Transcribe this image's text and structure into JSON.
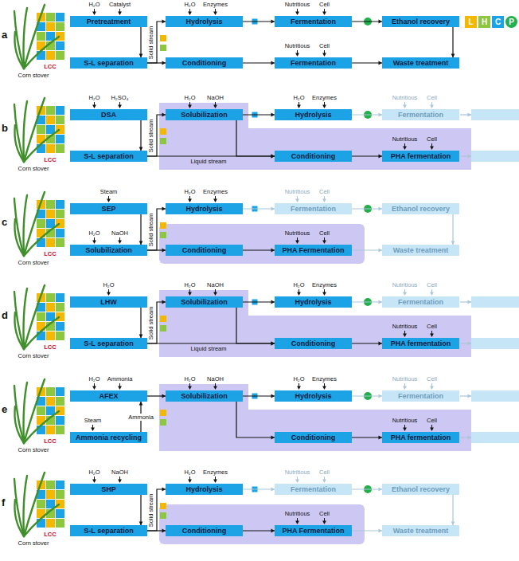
{
  "diagram": {
    "nodes": [
      {
        "text": [
          "Pretreatment"
        ]
      },
      {
        "text": [
          "Hydrolysis"
        ]
      },
      {
        "text": [
          "Fermentation"
        ]
      },
      {
        "text": [
          "Ethanol recovery"
        ]
      },
      {
        "text": [
          "S-L separation"
        ]
      },
      {
        "text": [
          "Conditioning"
        ]
      },
      {
        "text": [
          "Fermentation"
        ]
      },
      {
        "text": [
          "Waste treatment"
        ]
      },
      {
        "text": [
          "DSA"
        ]
      },
      {
        "text": [
          "Solubilization"
        ]
      },
      {
        "text": [
          "Hydrolysis"
        ]
      },
      {
        "text": [
          "Fermentation"
        ]
      },
      {
        "text": [
          "S-L separation"
        ]
      },
      {
        "text": [
          "Conditioning"
        ]
      },
      {
        "text": [
          "PHA fermentation"
        ]
      },
      {
        "text": [
          "SEP"
        ]
      },
      {
        "text": [
          "Hydrolysis"
        ]
      },
      {
        "text": [
          "Fermentation"
        ]
      },
      {
        "text": [
          "Ethanol recovery"
        ]
      },
      {
        "text": [
          "Solubilization"
        ]
      },
      {
        "text": [
          "Conditioning"
        ]
      },
      {
        "text": [
          "PHA Fermentation"
        ]
      },
      {
        "text": [
          "Waste treatment"
        ]
      },
      {
        "text": [
          "LHW"
        ]
      },
      {
        "text": [
          "Solubilization"
        ]
      },
      {
        "text": [
          "Hydrolysis"
        ]
      },
      {
        "text": [
          "Fermentation"
        ]
      },
      {
        "text": [
          "S-L separation"
        ]
      },
      {
        "text": [
          "Conditioning"
        ]
      },
      {
        "text": [
          "PHA fermentation"
        ]
      },
      {
        "text": [
          "AFEX"
        ]
      },
      {
        "text": [
          "Solubilization"
        ]
      },
      {
        "text": [
          "Hydrolysis"
        ]
      },
      {
        "text": [
          "Fermentation"
        ]
      },
      {
        "text": [
          "Ammonia recycling"
        ]
      },
      {
        "text": [
          "Conditioning"
        ]
      },
      {
        "text": [
          "PHA fermentation"
        ]
      },
      {
        "text": [
          "SHP"
        ]
      },
      {
        "text": [
          "Hydrolysis"
        ]
      },
      {
        "text": [
          "Fermentation"
        ]
      },
      {
        "text": [
          "Ethanol recovery"
        ]
      },
      {
        "text": [
          "S-L separation"
        ]
      },
      {
        "text": [
          "Conditioning"
        ]
      },
      {
        "text": [
          "PHA Fermentation"
        ]
      },
      {
        "text": [
          "Waste treatment"
        ]
      }
    ],
    "edges": [
      {
        "from": 0,
        "to": 4,
        "arrow": "to"
      },
      {
        "from": 4,
        "to": 1,
        "arrow": "to"
      },
      {
        "from": 4,
        "to": 5,
        "arrow": "to"
      },
      {
        "from": 1,
        "to": 2,
        "arrow": "to"
      },
      {
        "from": 5,
        "to": 6,
        "arrow": "to"
      },
      {
        "from": 2,
        "to": 3,
        "arrow": "to"
      },
      {
        "from": 3,
        "to": 7,
        "arrow": "to"
      },
      {
        "from": 6,
        "to": 7,
        "arrow": "to"
      },
      {
        "from": 8,
        "to": 12,
        "arrow": "to"
      },
      {
        "from": 12,
        "to": 9,
        "arrow": "to"
      },
      {
        "from": 12,
        "to": 13,
        "arrow": "to"
      },
      {
        "from": 9,
        "to": 10,
        "arrow": "to"
      },
      {
        "from": 9,
        "to": 13,
        "arrow": "to"
      },
      {
        "from": 10,
        "to": 11,
        "arrow": "to"
      },
      {
        "from": 13,
        "to": 14,
        "arrow": "to"
      },
      {
        "from": 15,
        "to": 19,
        "arrow": "to"
      },
      {
        "from": 19,
        "to": 16,
        "arrow": "to"
      },
      {
        "from": 19,
        "to": 20,
        "arrow": "to"
      },
      {
        "from": 16,
        "to": 17,
        "arrow": "to"
      },
      {
        "from": 20,
        "to": 21,
        "arrow": "to"
      },
      {
        "from": 17,
        "to": 18,
        "arrow": "to"
      },
      {
        "from": 18,
        "to": 22,
        "arrow": "to"
      },
      {
        "from": 21,
        "to": 22,
        "arrow": "to"
      },
      {
        "from": 23,
        "to": 27,
        "arrow": "to"
      },
      {
        "from": 27,
        "to": 24,
        "arrow": "to"
      },
      {
        "from": 27,
        "to": 28,
        "arrow": "to"
      },
      {
        "from": 24,
        "to": 25,
        "arrow": "to"
      },
      {
        "from": 24,
        "to": 28,
        "arrow": "to"
      },
      {
        "from": 25,
        "to": 26,
        "arrow": "to"
      },
      {
        "from": 28,
        "to": 29,
        "arrow": "to"
      },
      {
        "from": 30,
        "to": 31,
        "arrow": "to"
      },
      {
        "from": 34,
        "to": 30,
        "label": "Ammonia",
        "arrow": "to"
      },
      {
        "from": 31,
        "to": 32,
        "arrow": "to"
      },
      {
        "from": 31,
        "to": 35,
        "arrow": "to"
      },
      {
        "from": 32,
        "to": 33,
        "arrow": "to"
      },
      {
        "from": 35,
        "to": 36,
        "arrow": "to"
      },
      {
        "from": 37,
        "to": 41,
        "arrow": "to"
      },
      {
        "from": 41,
        "to": 38,
        "arrow": "to"
      },
      {
        "from": 41,
        "to": 42,
        "arrow": "to"
      },
      {
        "from": 38,
        "to": 39,
        "arrow": "to"
      },
      {
        "from": 42,
        "to": 43,
        "arrow": "to"
      },
      {
        "from": 39,
        "to": 40,
        "arrow": "to"
      },
      {
        "from": 40,
        "to": 44,
        "arrow": "to"
      },
      {
        "from": 43,
        "to": 44,
        "arrow": "to"
      }
    ],
    "labels": [
      "a",
      "LCC",
      "Corn stover",
      "H₂O",
      "Catalyst",
      "H₂O",
      "Enzymes",
      "Nutritious",
      "Cell",
      "Nutritious",
      "Cell",
      "Solid stream",
      "b",
      "LCC",
      "Corn stover",
      "H₂O",
      "H₂SO₄",
      "H₂O",
      "NaOH",
      "H₂O",
      "Enzymes",
      "Nutritious",
      "Cell",
      "Nutritious",
      "Cell",
      "Solid stream",
      "Liquid stream",
      "c",
      "LCC",
      "Corn stover",
      "Steam",
      "H₂O",
      "Enzymes",
      "Nutritious",
      "Cell",
      "H₂O",
      "NaOH",
      "Nutritious",
      "Cell",
      "Solid stream",
      "d",
      "LCC",
      "Corn stover",
      "H₂O",
      "H₂O",
      "NaOH",
      "H₂O",
      "Enzymes",
      "Nutritious",
      "Cell",
      "Nutritious",
      "Cell",
      "Solid stream",
      "Liquid stream",
      "e",
      "LCC",
      "Corn stover",
      "H₂O",
      "Ammonia",
      "H₂O",
      "NaOH",
      "H₂O",
      "Enzymes",
      "Nutritious",
      "Cell",
      "Steam",
      "Nutritious",
      "Cell",
      "f",
      "LCC",
      "Corn stover",
      "H₂O",
      "NaOH",
      "H₂O",
      "Enzymes",
      "Nutritious",
      "Cell",
      "Nutritious",
      "Cell",
      "Solid stream"
    ],
    "legend": [
      {
        "text": "L",
        "color": "#f5b800"
      },
      {
        "text": "H",
        "color": "#8dc63f"
      },
      {
        "text": "C",
        "color": "#1ca3e6"
      },
      {
        "text": "P",
        "color": "#21b04b"
      }
    ]
  }
}
